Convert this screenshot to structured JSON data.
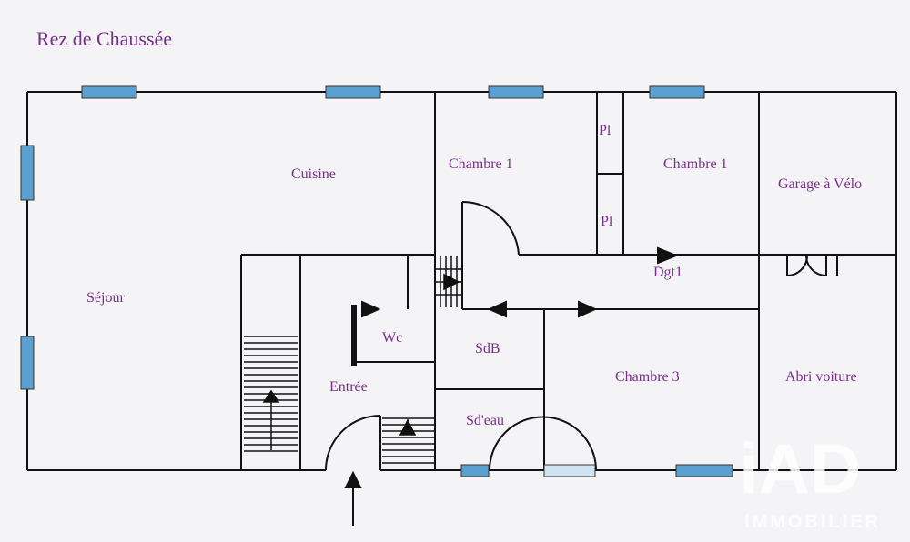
{
  "title": "Rez de Chaussée",
  "rooms": {
    "sejour": "Séjour",
    "cuisine": "Cuisine",
    "chambre1a": "Chambre 1",
    "chambre1b": "Chambre 1",
    "pl1": "Pl",
    "pl2": "Pl",
    "garage": "Garage à Vélo",
    "dgt": "Dgt1",
    "wc": "Wc",
    "sdb": "SdB",
    "entree": "Entrée",
    "sdeau": "Sd'eau",
    "chambre3": "Chambre 3",
    "abri": "Abri voiture"
  },
  "brand": {
    "name": "iAD",
    "tagline": "IMMOBILIER"
  },
  "colors": {
    "background": "#f4f4f7",
    "wall": "#111111",
    "window": "#5aa0d0",
    "label": "#7a2e8a"
  }
}
